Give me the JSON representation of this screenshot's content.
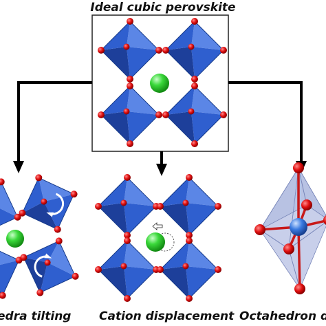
{
  "title": "Ideal cubic perovskite",
  "labels": {
    "tilting": "edra tilting",
    "displacement": "Cation displacement",
    "distortion": "Octahedron di"
  },
  "colors": {
    "octahedron": "#2f5fcf",
    "octahedron_dark": "#1d3f9a",
    "octahedron_light": "#5b86e6",
    "oxygen": "#e01010",
    "cation": "#22cc22",
    "arrow": "#000000",
    "box_border": "#222222",
    "distorted_octahedron": "#9aa8d8",
    "distorted_bonds": "#c81a1a",
    "central_atom": "#2f6fd6"
  },
  "icons": {
    "rotation_arrow": "curved-arrow-icon",
    "displacement_arrow": "left-arrow-icon"
  }
}
